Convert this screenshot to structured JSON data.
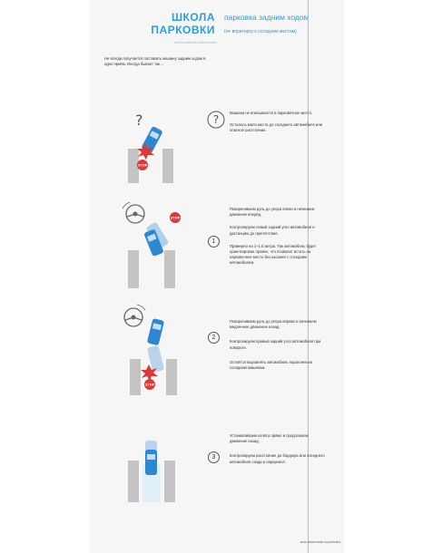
{
  "brand": {
    "line1": "ШКОЛА",
    "line2": "ПАРКОВКИ",
    "site": "www.avtoshkola.ru/drivemaster"
  },
  "header": {
    "title": "парковка задним ходом",
    "subtitle": "(не впритирку к соседним местам)"
  },
  "intro": {
    "text": "Не всегда получается поставить машину задним ходом в одно приём. Иногда бывает так…"
  },
  "warning": {
    "lines": [
      "Машина не вписывается в парковочное место.",
      "Осталось мало места до соседнего автомобиля или опасное расстояние."
    ]
  },
  "steps": [
    {
      "num": "1",
      "paragraphs": [
        "Поворачиваем руль до упора влево и начинаем движение вперёд.",
        "Контролируем левый задний угол автомобиля и дистанцию до препятствия.",
        "Примерно на 1–1,5 метра. Так автомобиль будет ориентирован правее, что позволит встать на парковочное место без касания с соседним автомобилем."
      ]
    },
    {
      "num": "2",
      "paragraphs": [
        "Поворачиваем руль до упора вправо и начинаем медленное движение назад.",
        "Контролируем правый задний угол автомобиля при повороте.",
        "Остаётся выровнять автомобиль параллельно соседним машинам."
      ]
    },
    {
      "num": "3",
      "paragraphs": [
        "Устанавливаем колёса прямо и продолжаем движение назад.",
        "Контролируем расстояние до бордюра или соседнего автомобиля сзади и паркуемся."
      ]
    }
  ],
  "badges": {
    "stop": "STOP"
  },
  "footer": {
    "text": "www.drivemaster.ru/parkovka"
  },
  "colors": {
    "accent": "#2a9fd6",
    "car": "#2f86d1",
    "stop": "#d93a3a",
    "slot": "#c4c4c4"
  }
}
